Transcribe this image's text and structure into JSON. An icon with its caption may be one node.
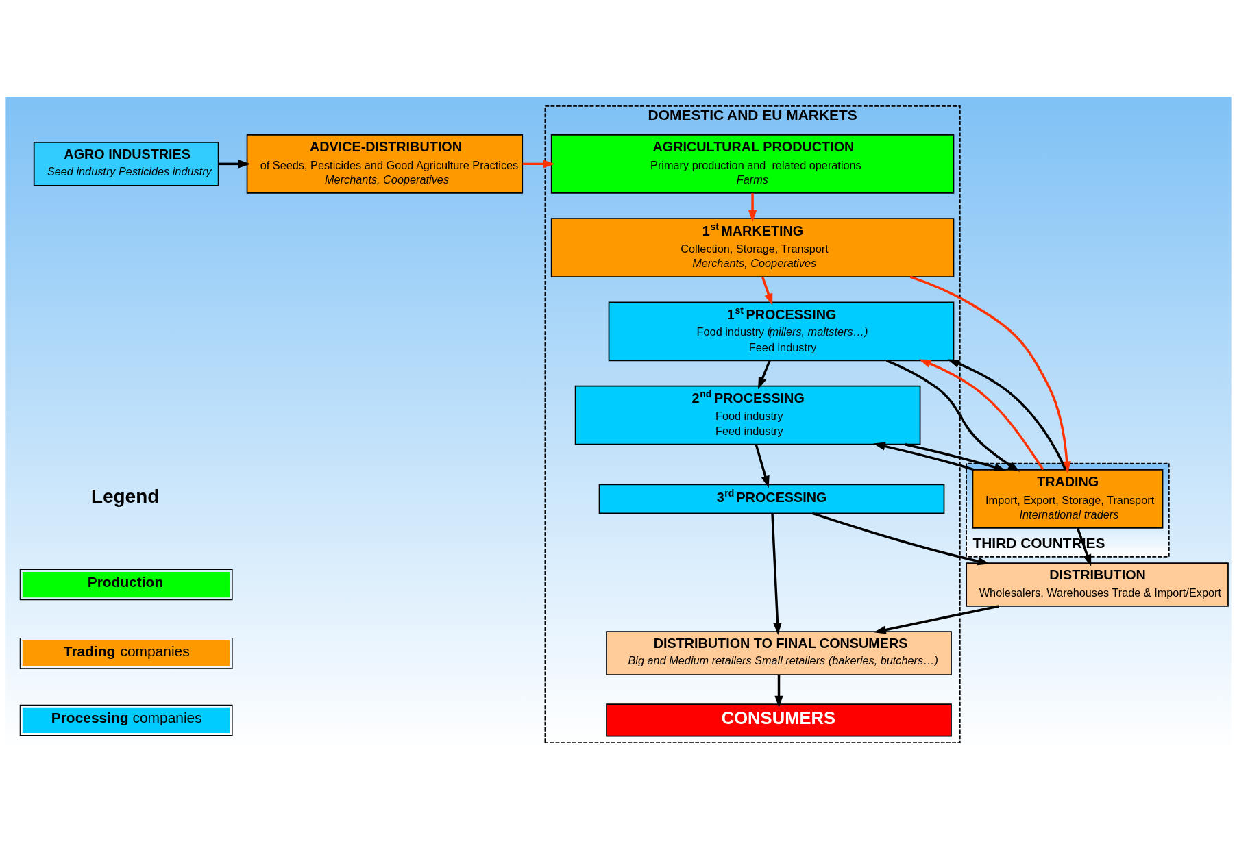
{
  "diagram": {
    "nodes": [
      {
        "text": [
          "AGRO INDUSTRIES",
          "Seed industry Pesticides industry"
        ]
      },
      {
        "text": [
          "ADVICE-DISTRIBUTION",
          "of Seeds, Pesticides and Good Agriculture Practices",
          "Merchants, Cooperatives"
        ]
      },
      {
        "text": [
          "DOMESTIC AND EU MARKETS"
        ]
      },
      {
        "text": [
          "AGRICULTURAL PRODUCTION",
          "Primary production and  related operations",
          "Farms"
        ],
        "in": 2
      },
      {
        "text": [
          "1$^{st}$ MARKETING",
          "Collection, Storage, Transport",
          "Merchants, Cooperatives"
        ],
        "in": 2
      },
      {
        "text": [
          "1$^{st}$ PROCESSING",
          "Food industry (*millers, maltsters…)*",
          "Feed industry"
        ],
        "in": 2
      },
      {
        "text": [
          "2$^{nd}$ PROCESSING",
          "Food industry",
          "Feed industry"
        ],
        "in": 2
      },
      {
        "text": [
          "3$^{rd}$ PROCESSING"
        ],
        "in": 2
      },
      {
        "text": [
          "THIRD COUNTRIES"
        ]
      },
      {
        "text": [
          "TRADING",
          "Import, Export, Storage, Transport",
          "International traders"
        ],
        "in": 8
      },
      {
        "text": [
          "DISTRIBUTION",
          "Wholesalers, Warehouses Trade & Import/Export"
        ]
      },
      {
        "text": [
          "DISTRIBUTION TO FINAL CONSUMERS",
          "Big and Medium retailers Small retailers (bakeries, butchers…)"
        ],
        "in": 2
      },
      {
        "text": [
          "CONSUMERS"
        ],
        "in": 2
      }
    ],
    "edges": [
      {
        "from": 0,
        "to": 1,
        "arrow": "to"
      },
      {
        "from": 1,
        "to": 3,
        "arrow": "to",
        "color": "#ff3300"
      },
      {
        "from": 3,
        "to": 4,
        "arrow": "to",
        "color": "#ff3300"
      },
      {
        "from": 4,
        "to": 9,
        "arrow": "to",
        "color": "#ff3300"
      },
      {
        "from": 9,
        "to": 5,
        "arrow": "to",
        "color": "#ff3300"
      },
      {
        "from": 4,
        "to": 5,
        "arrow": "to",
        "color": "#ff3300"
      },
      {
        "from": 5,
        "to": 9,
        "arrow": "to"
      },
      {
        "from": 9,
        "to": 5,
        "arrow": "to"
      },
      {
        "from": 5,
        "to": 6,
        "arrow": "to"
      },
      {
        "from": 6,
        "to": 9,
        "arrow": "to"
      },
      {
        "from": 9,
        "to": 6,
        "arrow": "to"
      },
      {
        "from": 6,
        "to": 7,
        "arrow": "to"
      },
      {
        "from": 7,
        "to": 10,
        "arrow": "to"
      },
      {
        "from": 9,
        "to": 10,
        "arrow": "to"
      },
      {
        "from": 7,
        "to": 11,
        "arrow": "to"
      },
      {
        "from": 10,
        "to": 11,
        "arrow": "to"
      },
      {
        "from": 11,
        "to": 12,
        "arrow": "to"
      }
    ],
    "labels": [
      "Legend"
    ],
    "legend": [
      {
        "text": "Production",
        "color": "#00ff00"
      },
      {
        "text": "**Trading** companies",
        "color": "#ff9900"
      },
      {
        "text": "**Processing** companies",
        "color": "#00ccff"
      }
    ]
  }
}
